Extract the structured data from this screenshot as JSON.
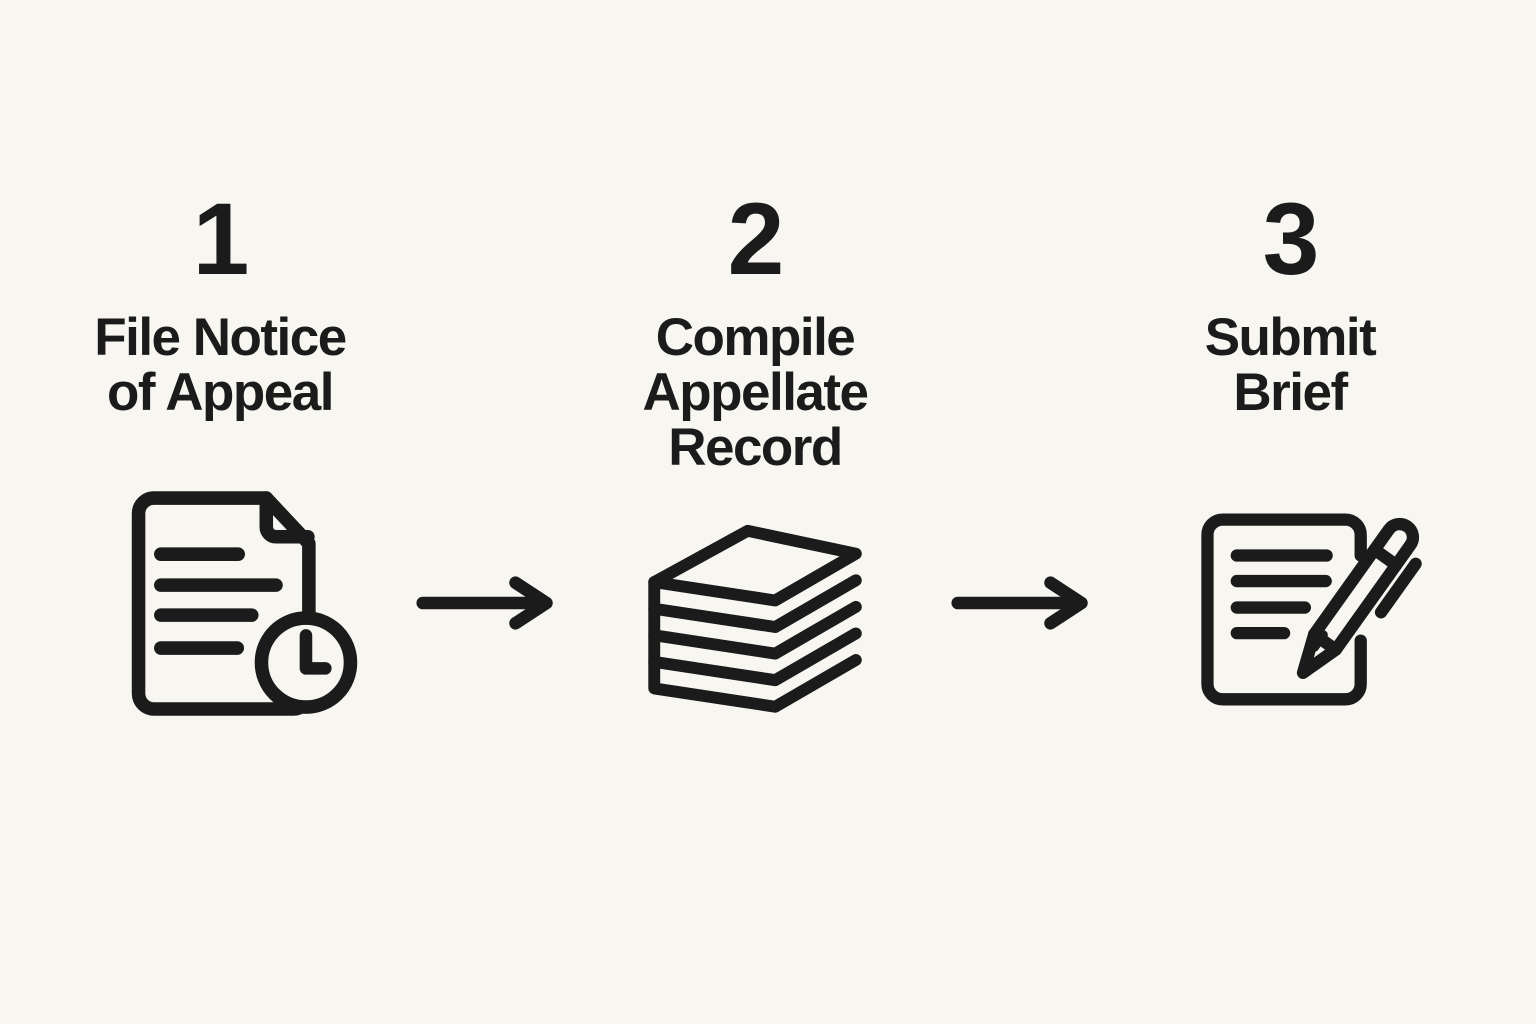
{
  "diagram": {
    "title": "Appeal process steps",
    "type": "process-flow",
    "step_count": 3
  },
  "colors": {
    "background": "#f8f6f1",
    "ink": "#1b1b1b"
  },
  "steps": [
    {
      "number": "1",
      "label": "File Notice\nof Appeal",
      "icon": "document-with-clock-icon"
    },
    {
      "number": "2",
      "label": "Compile\nAppellate\nRecord",
      "icon": "stacked-papers-icon"
    },
    {
      "number": "3",
      "label": "Submit\nBrief",
      "icon": "document-with-pen-icon"
    }
  ],
  "arrows": [
    {
      "icon": "arrow-right-icon",
      "from": "1",
      "to": "2"
    },
    {
      "icon": "arrow-right-icon",
      "from": "2",
      "to": "3"
    }
  ]
}
